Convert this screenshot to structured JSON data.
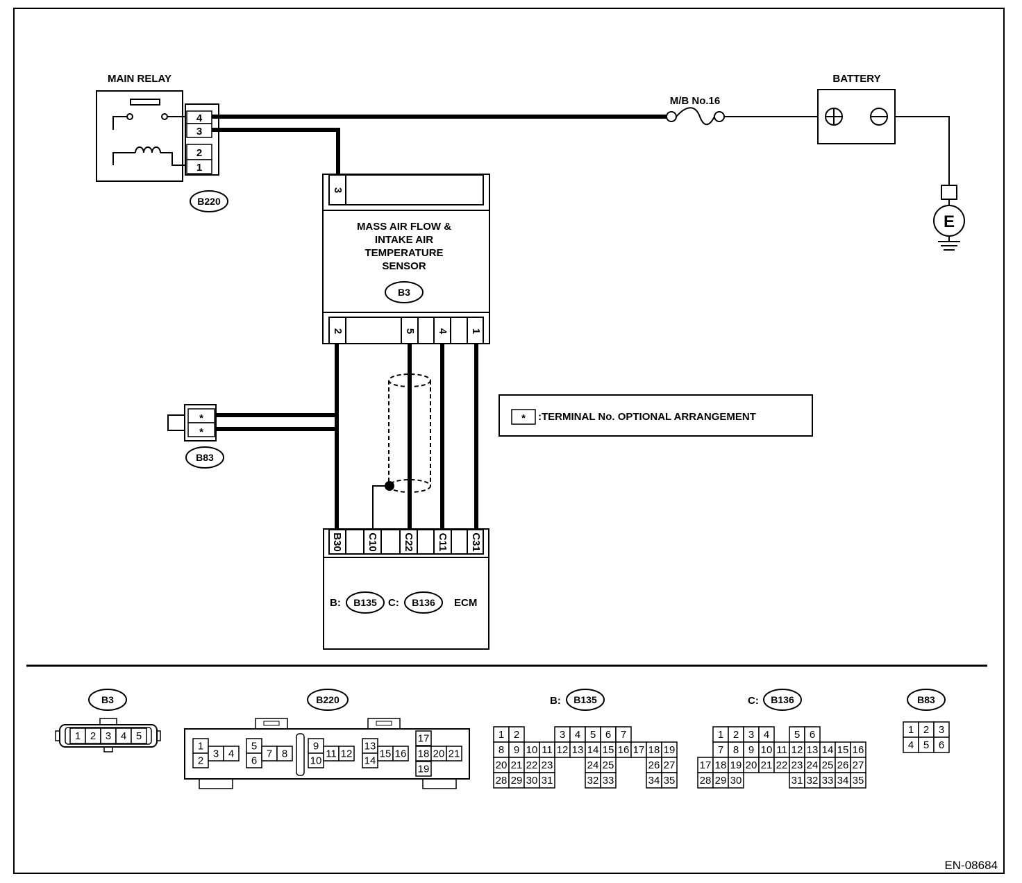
{
  "components": {
    "main_relay": {
      "title": "MAIN RELAY",
      "connector": "B220",
      "pins": [
        "4",
        "3",
        "2",
        "1"
      ]
    },
    "battery": {
      "title": "BATTERY",
      "fuse": "M/B No.16",
      "ground": "E"
    },
    "maf_sensor": {
      "title_lines": [
        "MASS AIR FLOW &",
        "INTAKE AIR",
        "TEMPERATURE",
        "SENSOR"
      ],
      "connector": "B3",
      "top_pin": "3",
      "bottom_pins": [
        "2",
        "5",
        "4",
        "1"
      ]
    },
    "b83": {
      "connector": "B83",
      "pins": [
        "*",
        "*"
      ]
    },
    "ecm": {
      "title": "ECM",
      "b_prefix": "B:",
      "b_connector": "B135",
      "c_prefix": "C:",
      "c_connector": "B136",
      "pins": [
        "B30",
        "C10",
        "C22",
        "C11",
        "C31"
      ]
    }
  },
  "legend": {
    "symbol": "*",
    "text": ":TERMINAL No. OPTIONAL ARRANGEMENT"
  },
  "connector_views": {
    "b3": {
      "label": "B3",
      "pins": [
        "1",
        "2",
        "3",
        "4",
        "5"
      ]
    },
    "b220": {
      "label": "B220",
      "pins": [
        "1",
        "2",
        "3",
        "4",
        "5",
        "6",
        "7",
        "8",
        "9",
        "10",
        "11",
        "12",
        "13",
        "14",
        "15",
        "16",
        "17",
        "18",
        "19",
        "20",
        "21"
      ]
    },
    "b135": {
      "prefix": "B:",
      "label": "B135",
      "rows": [
        [
          "1",
          "2",
          "",
          "",
          "3",
          "4",
          "5",
          "6",
          "7"
        ],
        [
          "8",
          "9",
          "10",
          "11",
          "12",
          "13",
          "14",
          "15",
          "16",
          "17",
          "18",
          "19"
        ],
        [
          "20",
          "21",
          "22",
          "23",
          "",
          "",
          "24",
          "25",
          "",
          "",
          "26",
          "27"
        ],
        [
          "28",
          "29",
          "30",
          "31",
          "",
          "",
          "32",
          "33",
          "",
          "",
          "34",
          "35"
        ]
      ]
    },
    "b136": {
      "prefix": "C:",
      "label": "B136",
      "rows": [
        [
          "",
          "1",
          "2",
          "3",
          "4",
          "",
          "5",
          "6"
        ],
        [
          "",
          "7",
          "8",
          "9",
          "10",
          "11",
          "12",
          "13",
          "14",
          "15",
          "16"
        ],
        [
          "17",
          "18",
          "19",
          "20",
          "21",
          "22",
          "23",
          "24",
          "25",
          "26",
          "27"
        ],
        [
          "28",
          "29",
          "30",
          "",
          "",
          "",
          "31",
          "32",
          "33",
          "34",
          "35"
        ]
      ]
    },
    "b83": {
      "label": "B83",
      "rows": [
        [
          "1",
          "2",
          "3"
        ],
        [
          "4",
          "5",
          "6"
        ]
      ]
    }
  },
  "figure_id": "EN-08684",
  "colors": {
    "ink": "#000000",
    "background": "#ffffff"
  }
}
